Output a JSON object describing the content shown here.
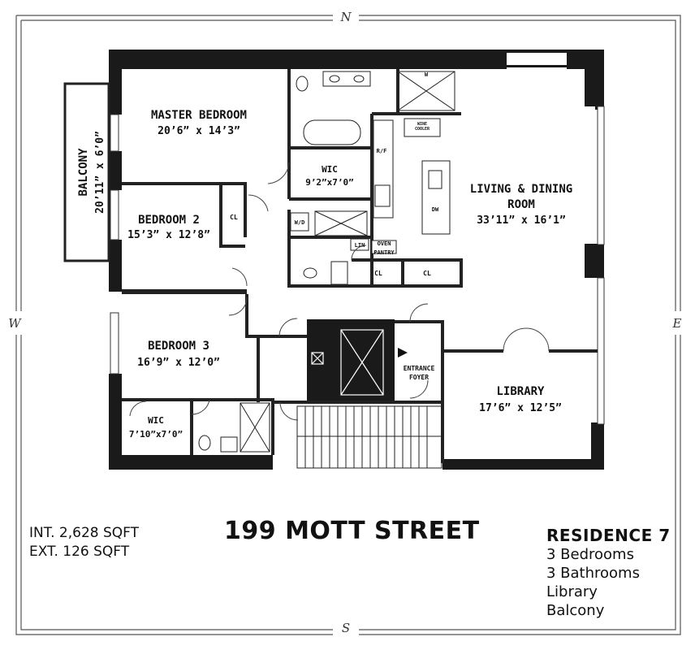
{
  "compass": {
    "north": "N",
    "south": "S",
    "east": "E",
    "west": "W"
  },
  "rooms": {
    "master_bedroom": {
      "name": "MASTER BEDROOM",
      "dims": "20’6” x 14’3”"
    },
    "balcony": {
      "name": "BALCONY",
      "dims": "20’11” x 6’0”"
    },
    "bedroom2": {
      "name": "BEDROOM 2",
      "dims": "15’3” x 12’8”"
    },
    "bedroom3": {
      "name": "BEDROOM 3",
      "dims": "16’9” x 12’0”"
    },
    "wic_master": {
      "name": "WIC",
      "dims": "9’2”x7’0”"
    },
    "wic_bed3": {
      "name": "WIC",
      "dims": "7’10”x7’0”"
    },
    "living": {
      "name_line1": "LIVING & DINING",
      "name_line2": "ROOM",
      "dims": "33’11” x 16’1”"
    },
    "library": {
      "name": "LIBRARY",
      "dims": "17’6” x 12’5”"
    },
    "foyer": {
      "line1": "ENTRANCE",
      "line2": "FOYER"
    }
  },
  "labels": {
    "cl": "CL",
    "wd": "W/D",
    "lin": "LIN",
    "rf": "R/F",
    "dw": "DW",
    "oven_pantry_1": "OVEN",
    "oven_pantry_2": "PANTRY",
    "wine": "WINE",
    "wine2": "COOLER",
    "w": "W"
  },
  "area": {
    "interior": "INT. 2,628 SQFT",
    "exterior": "EXT. 126 SQFT"
  },
  "address": "199 MOTT STREET",
  "residence": {
    "title": "RESIDENCE 7",
    "features": [
      "3 Bedrooms",
      "3 Bathrooms",
      "Library",
      "Balcony"
    ]
  }
}
